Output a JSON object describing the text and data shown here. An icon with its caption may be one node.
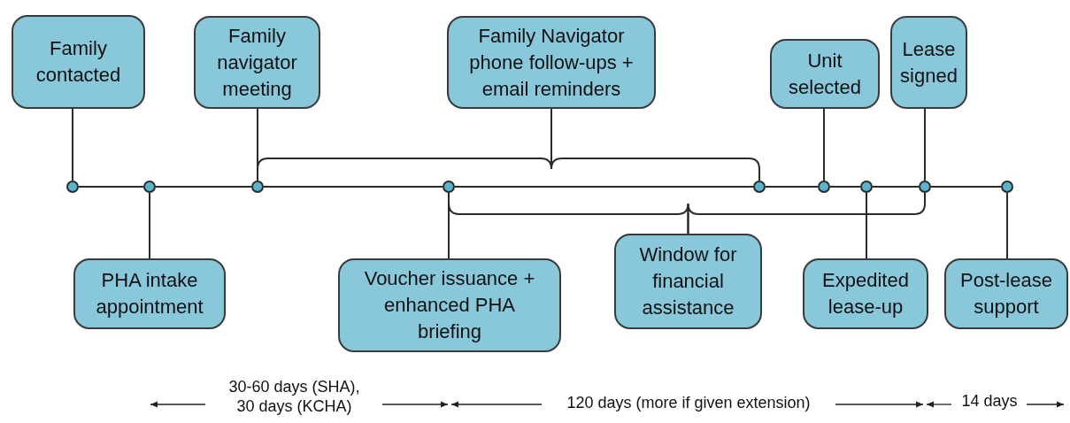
{
  "diagram": {
    "nodes": [
      {
        "text": [
          "Family contacted"
        ]
      },
      {
        "text": [
          "Family navigator meeting"
        ]
      },
      {
        "text": [
          "Family Navigator phone follow-ups + email reminders"
        ]
      },
      {
        "text": [
          "Unit selected"
        ]
      },
      {
        "text": [
          "Lease signed"
        ]
      },
      {
        "text": [
          "PHA intake appointment"
        ]
      },
      {
        "text": [
          "Voucher issuance + enhanced PHA briefing"
        ]
      },
      {
        "text": [
          "Window for financial assistance"
        ]
      },
      {
        "text": [
          "Expedited lease-up"
        ]
      },
      {
        "text": [
          "Post-lease support"
        ]
      },
      {
        "text": [],
        "shape": "circle"
      },
      {
        "text": [],
        "shape": "circle"
      },
      {
        "text": [],
        "shape": "circle"
      },
      {
        "text": [],
        "shape": "circle"
      },
      {
        "text": [],
        "shape": "circle"
      },
      {
        "text": [],
        "shape": "circle"
      },
      {
        "text": [],
        "shape": "circle"
      },
      {
        "text": [],
        "shape": "circle"
      },
      {
        "text": [],
        "shape": "circle"
      }
    ],
    "edges": [
      {
        "from": 0,
        "to": 10,
        "arrow": "none"
      },
      {
        "from": 5,
        "to": 11,
        "arrow": "none"
      },
      {
        "from": 1,
        "to": 12,
        "arrow": "none"
      },
      {
        "from": 2,
        "to": 12,
        "arrow": "none"
      },
      {
        "from": 2,
        "to": 14,
        "arrow": "none"
      },
      {
        "from": 6,
        "to": 13,
        "arrow": "none"
      },
      {
        "from": 7,
        "to": 13,
        "arrow": "none"
      },
      {
        "from": 7,
        "to": 17,
        "arrow": "none"
      },
      {
        "from": 3,
        "to": 15,
        "arrow": "none"
      },
      {
        "from": 8,
        "to": 16,
        "arrow": "none"
      },
      {
        "from": 4,
        "to": 17,
        "arrow": "none"
      },
      {
        "from": 9,
        "to": 18,
        "arrow": "none"
      },
      {
        "from": 10,
        "to": 11,
        "arrow": "none"
      },
      {
        "from": 11,
        "to": 12,
        "arrow": "none"
      },
      {
        "from": 12,
        "to": 13,
        "arrow": "none"
      },
      {
        "from": 13,
        "to": 14,
        "arrow": "none"
      },
      {
        "from": 14,
        "to": 15,
        "arrow": "none"
      },
      {
        "from": 15,
        "to": 16,
        "arrow": "none"
      },
      {
        "from": 16,
        "to": 17,
        "arrow": "none"
      },
      {
        "from": 17,
        "to": 18,
        "arrow": "none"
      }
    ],
    "labels": [
      "30-60 days (SHA), 30 days (KCHA)",
      "120 days (more if given extension)",
      "14 days"
    ]
  }
}
